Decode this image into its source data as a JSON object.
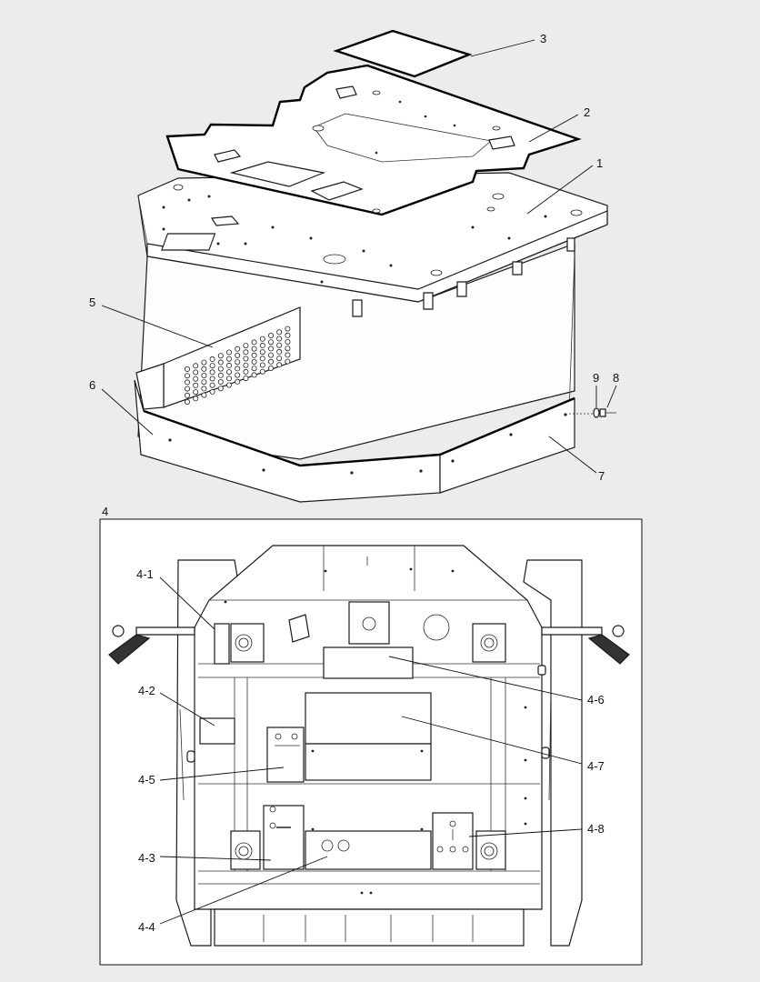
{
  "callouts": {
    "c1": "1",
    "c2": "2",
    "c3": "3",
    "c4": "4",
    "c5": "5",
    "c6": "6",
    "c7": "7",
    "c8": "8",
    "c9": "9",
    "c4_1": "4-1",
    "c4_2": "4-2",
    "c4_3": "4-3",
    "c4_4": "4-4",
    "c4_5": "4-5",
    "c4_6": "4-6",
    "c4_7": "4-7",
    "c4_8": "4-8"
  }
}
